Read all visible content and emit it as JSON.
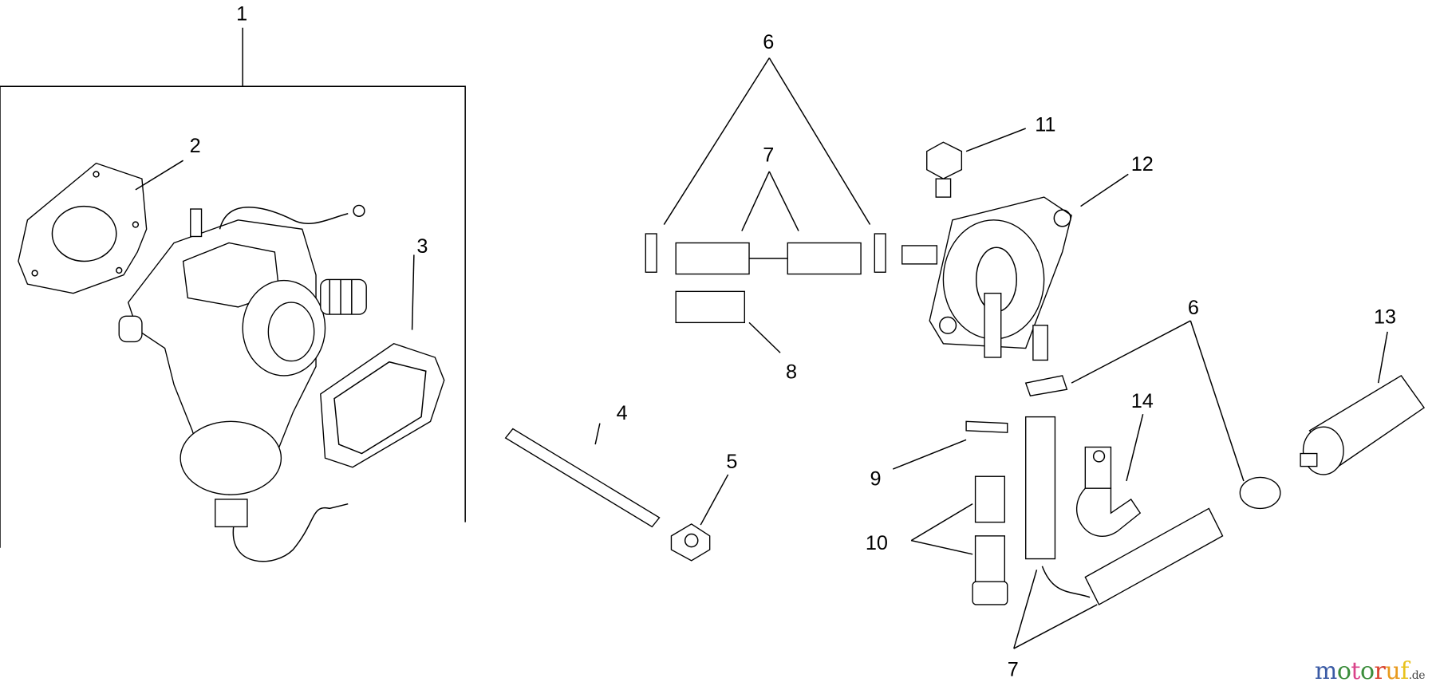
{
  "callouts": {
    "c1": "1",
    "c2": "2",
    "c3": "3",
    "c4": "4",
    "c5": "5",
    "c6a": "6",
    "c6b": "6",
    "c7a": "7",
    "c7b": "7",
    "c8": "8",
    "c9": "9",
    "c10": "10",
    "c11": "11",
    "c12": "12",
    "c13": "13",
    "c14": "14"
  },
  "watermark": {
    "letters": [
      "m",
      "o",
      "t",
      "o",
      "r",
      "u",
      "f"
    ],
    "colors": [
      "#3b5ba5",
      "#3b8d3b",
      "#d9438a",
      "#3b8d3b",
      "#d9432f",
      "#e89a1e",
      "#e8c21e"
    ],
    "suffix": ".de"
  }
}
